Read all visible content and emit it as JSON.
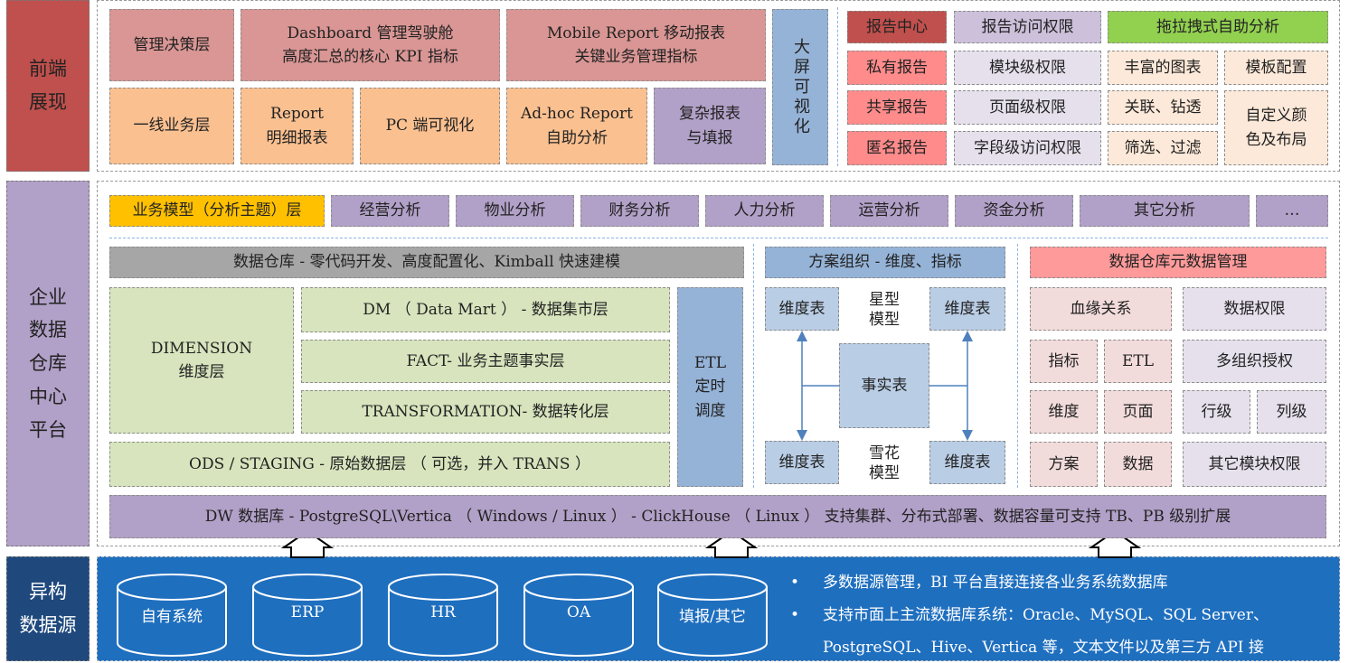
{
  "colors": {
    "source_bg": "#1f6fbf",
    "frontend_side": "#c0504d",
    "platform_side": "#b1a0c7",
    "source_side": "#1f497d"
  },
  "frontend": {
    "side_label": [
      "前端",
      "展现"
    ],
    "row1": {
      "decision": "管理决策层",
      "dashboard": [
        "Dashboard 管理驾驶舱",
        "高度汇总的核心 KPI 指标"
      ],
      "mobile": [
        "Mobile Report 移动报表",
        "关键业务管理指标"
      ]
    },
    "row2": {
      "frontline": "一线业务层",
      "report": [
        "Report",
        "明细报表"
      ],
      "pc": "PC 端可视化",
      "adhoc": [
        "Ad-hoc Report",
        "自助分析"
      ],
      "complex": [
        "复杂报表",
        "与填报"
      ]
    },
    "bigscreen": "大屏可视化",
    "grid": {
      "col1": [
        "报告中心",
        "私有报告",
        "共享报告",
        "匿名报告"
      ],
      "col2": [
        "报告访问权限",
        "模块级权限",
        "页面级权限",
        "字段级访问权限"
      ],
      "header3": "拖拉拽式自助分析",
      "col3": [
        "丰富的图表",
        "关联、钻透",
        "筛选、过滤"
      ],
      "col4": [
        "模板配置",
        "自定义颜",
        "色及布局"
      ]
    }
  },
  "platform": {
    "side_label": [
      "企业",
      "数据",
      "仓库",
      "中心",
      "平台"
    ],
    "topics": [
      "业务模型（分析主题）层",
      "经营分析",
      "物业分析",
      "财务分析",
      "人力分析",
      "运营分析",
      "资金分析",
      "其它分析",
      "…"
    ],
    "dw_header": "数据仓库 - 零代码开发、高度配置化、Kimball 快速建模",
    "dimension": [
      "DIMENSION",
      "维度层"
    ],
    "dm": "DM （ Data Mart ） - 数据集市层",
    "fact": "FACT- 业务主题事实层",
    "transformation": "TRANSFORMATION- 数据转化层",
    "ods": "ODS / STAGING - 原始数据层 （ 可选，并入 TRANS ）",
    "etl": [
      "ETL",
      "定时",
      "调度"
    ],
    "scheme": {
      "header": "方案组织 - 维度、指标",
      "dim_table": "维度表",
      "fact_table": "事实表",
      "star": [
        "星型",
        "模型"
      ],
      "snow": [
        "雪花",
        "模型"
      ]
    },
    "meta": {
      "header": "数据仓库元数据管理",
      "lineage": "血缘关系",
      "data_perm": "数据权限",
      "indicator": "指标",
      "etl": "ETL",
      "multi_org": "多组织授权",
      "dimension": "维度",
      "page": "页面",
      "row_level": "行级",
      "col_level": "列级",
      "scheme": "方案",
      "data": "数据",
      "other": "其它模块权限"
    },
    "dw_db": "DW 数据库 - PostgreSQL\\Vertica （ Windows / Linux ） - ClickHouse （ Linux ） 支持集群、分布式部署、数据容量可支持 TB、PB 级别扩展"
  },
  "sources": {
    "side_label": [
      "异构",
      "数据源"
    ],
    "dbs": [
      "自有系统",
      "ERP",
      "HR",
      "OA",
      "填报/其它"
    ],
    "bullets": [
      "多数据源管理，BI 平台直接连接各业务系统数据库",
      "支持市面上主流数据库系统：Oracle、MySQL、SQL Server、",
      "PostgreSQL、Hive、Vertica 等，文本文件以及第三方 API 接"
    ]
  }
}
